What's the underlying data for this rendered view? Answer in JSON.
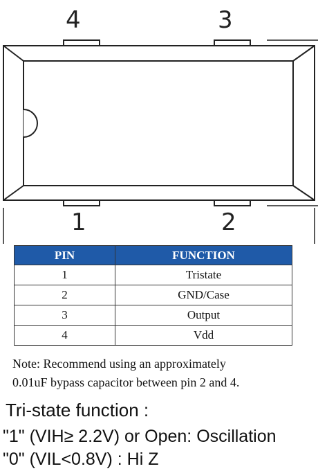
{
  "package": {
    "pin_labels": [
      "4",
      "3",
      "1",
      "2"
    ]
  },
  "table": {
    "headers": [
      "PIN",
      "FUNCTION"
    ],
    "rows": [
      {
        "pin": "1",
        "function": "Tristate"
      },
      {
        "pin": "2",
        "function": "GND/Case"
      },
      {
        "pin": "3",
        "function": "Output"
      },
      {
        "pin": "4",
        "function": "Vdd"
      }
    ]
  },
  "note": {
    "line1": "Note: Recommend using an approximately",
    "line2": "0.01uF bypass capacitor between pin 2 and 4."
  },
  "tristate": {
    "title": "Tri-state function :",
    "line1": "\"1\" (VIH≥  2.2V) or Open: Oscillation",
    "line2": "\"0\" (VIL<0.8V) : Hi Z"
  },
  "colors": {
    "header_bg": "#1f5aa8",
    "outline": "#222222"
  }
}
